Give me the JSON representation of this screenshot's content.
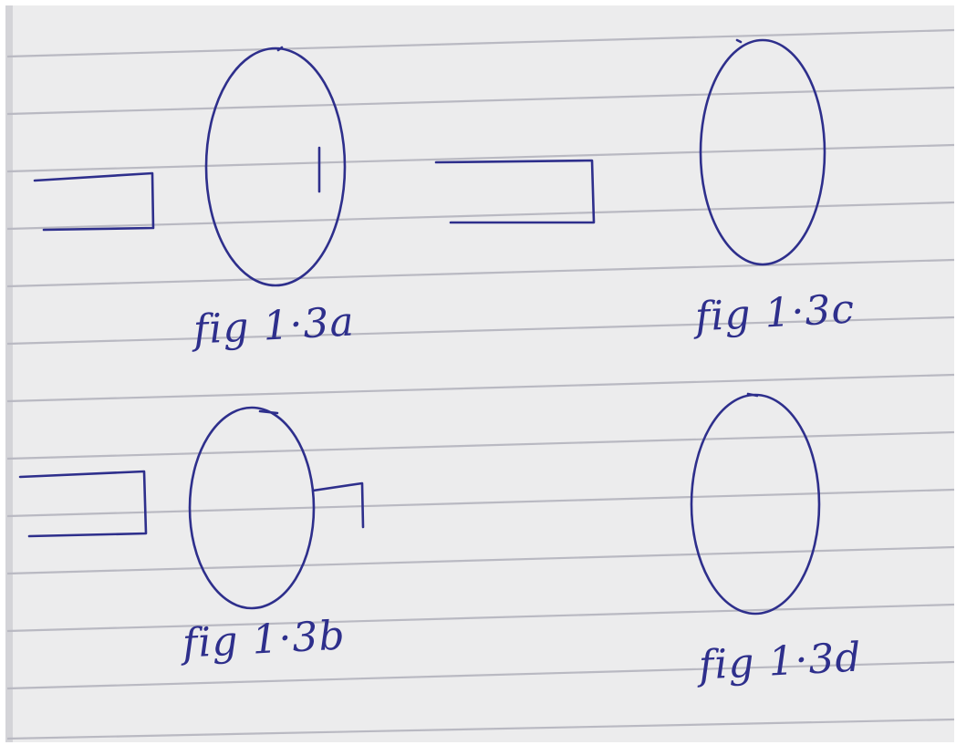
{
  "figures": [
    {
      "id": "a",
      "label": "fig 1·3a"
    },
    {
      "id": "b",
      "label": "fig 1·3b"
    },
    {
      "id": "c",
      "label": "fig 1·3c"
    },
    {
      "id": "d",
      "label": "fig 1·3d"
    }
  ],
  "colors": {
    "ink": "#2e2f8c",
    "paper": "#ececed",
    "rule": "#b9b9c2"
  }
}
